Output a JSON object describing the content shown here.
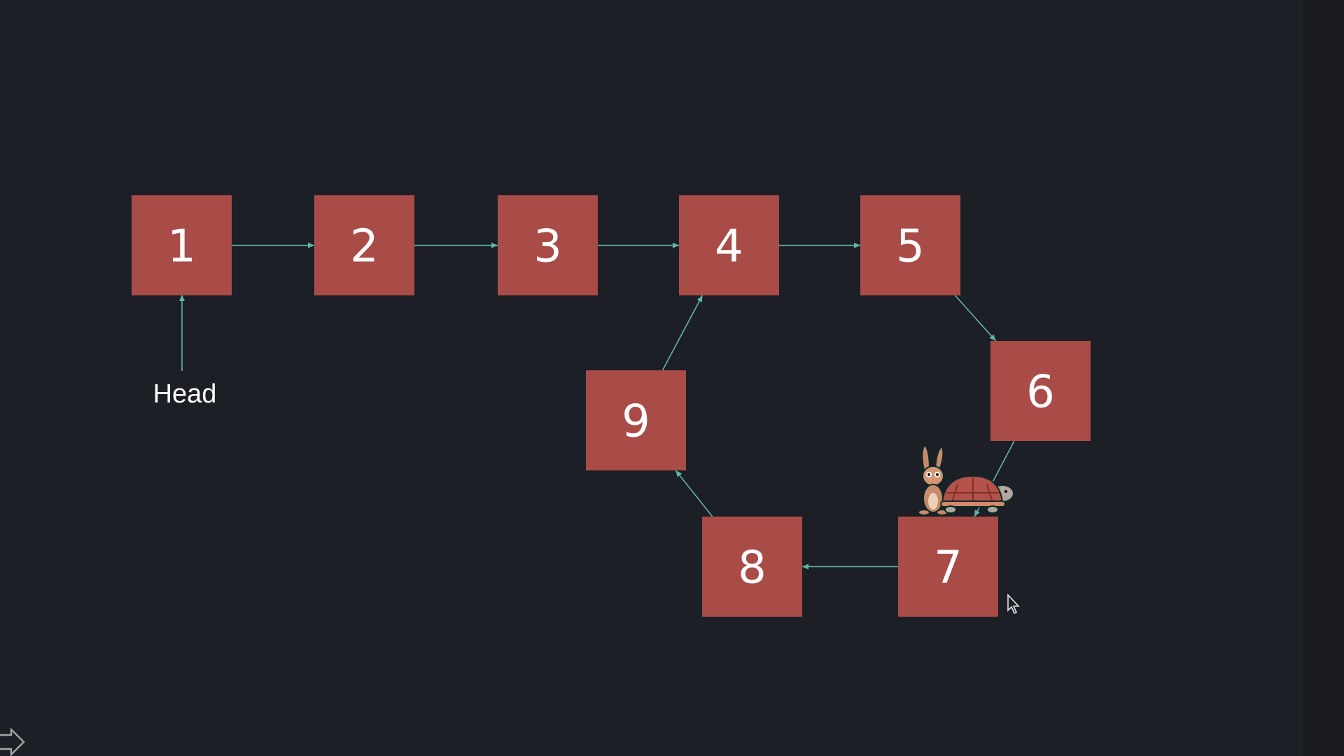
{
  "diagram": {
    "type": "linked-list-cycle",
    "colors": {
      "background": "#1c1f26",
      "node_fill": "#a94c48",
      "node_text": "#ffffff",
      "edge": "#5fb8a5"
    },
    "nodes": [
      {
        "id": "1",
        "label": "1"
      },
      {
        "id": "2",
        "label": "2"
      },
      {
        "id": "3",
        "label": "3"
      },
      {
        "id": "4",
        "label": "4"
      },
      {
        "id": "5",
        "label": "5"
      },
      {
        "id": "6",
        "label": "6"
      },
      {
        "id": "7",
        "label": "7"
      },
      {
        "id": "8",
        "label": "8"
      },
      {
        "id": "9",
        "label": "9"
      }
    ],
    "edges": [
      {
        "from": "1",
        "to": "2"
      },
      {
        "from": "2",
        "to": "3"
      },
      {
        "from": "3",
        "to": "4"
      },
      {
        "from": "4",
        "to": "5"
      },
      {
        "from": "5",
        "to": "6"
      },
      {
        "from": "6",
        "to": "7"
      },
      {
        "from": "7",
        "to": "8"
      },
      {
        "from": "8",
        "to": "9"
      },
      {
        "from": "9",
        "to": "4"
      }
    ],
    "head_pointer": {
      "label": "Head",
      "target": "1"
    },
    "markers": [
      {
        "icon": "rabbit-icon",
        "at_node": "7"
      },
      {
        "icon": "tortoise-icon",
        "at_node": "7"
      }
    ]
  },
  "overlay": {
    "cursor_icon": "mouse-cursor-icon",
    "corner_icon": "arrow-outline-icon"
  }
}
